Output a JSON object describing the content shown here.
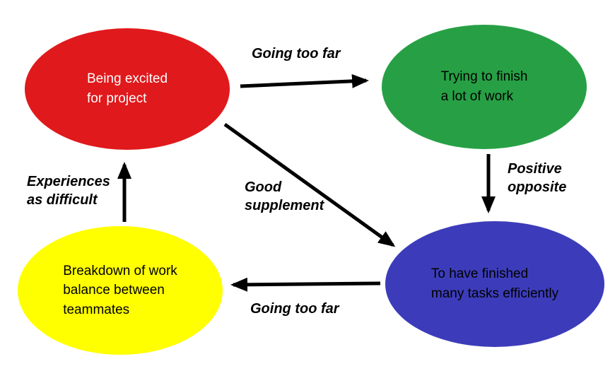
{
  "nodes": [
    {
      "id": "being-excited",
      "label": "Being excited\nfor project",
      "fill_color": "#e0191c",
      "text_color": "#ffffff"
    },
    {
      "id": "trying-to-finish",
      "label": "Trying to finish\na lot of work",
      "fill_color": "#27a045",
      "text_color": "#000000"
    },
    {
      "id": "finished-tasks",
      "label": "To have finished\nmany tasks efficiently",
      "fill_color": "#3c3cba",
      "text_color": "#000000"
    },
    {
      "id": "breakdown-balance",
      "label": "Breakdown of work\nbalance between\nteammates",
      "fill_color": "#ffff00",
      "text_color": "#000000"
    }
  ],
  "edges": [
    {
      "from": "being-excited",
      "to": "trying-to-finish",
      "label": "Going too far"
    },
    {
      "from": "trying-to-finish",
      "to": "finished-tasks",
      "label": "Positive\nopposite"
    },
    {
      "from": "being-excited",
      "to": "finished-tasks",
      "label": "Good\nsupplement"
    },
    {
      "from": "finished-tasks",
      "to": "breakdown-balance",
      "label": "Going too far"
    },
    {
      "from": "breakdown-balance",
      "to": "being-excited",
      "label": "Experiences\nas difficult"
    }
  ],
  "arrow_color": "#000000"
}
